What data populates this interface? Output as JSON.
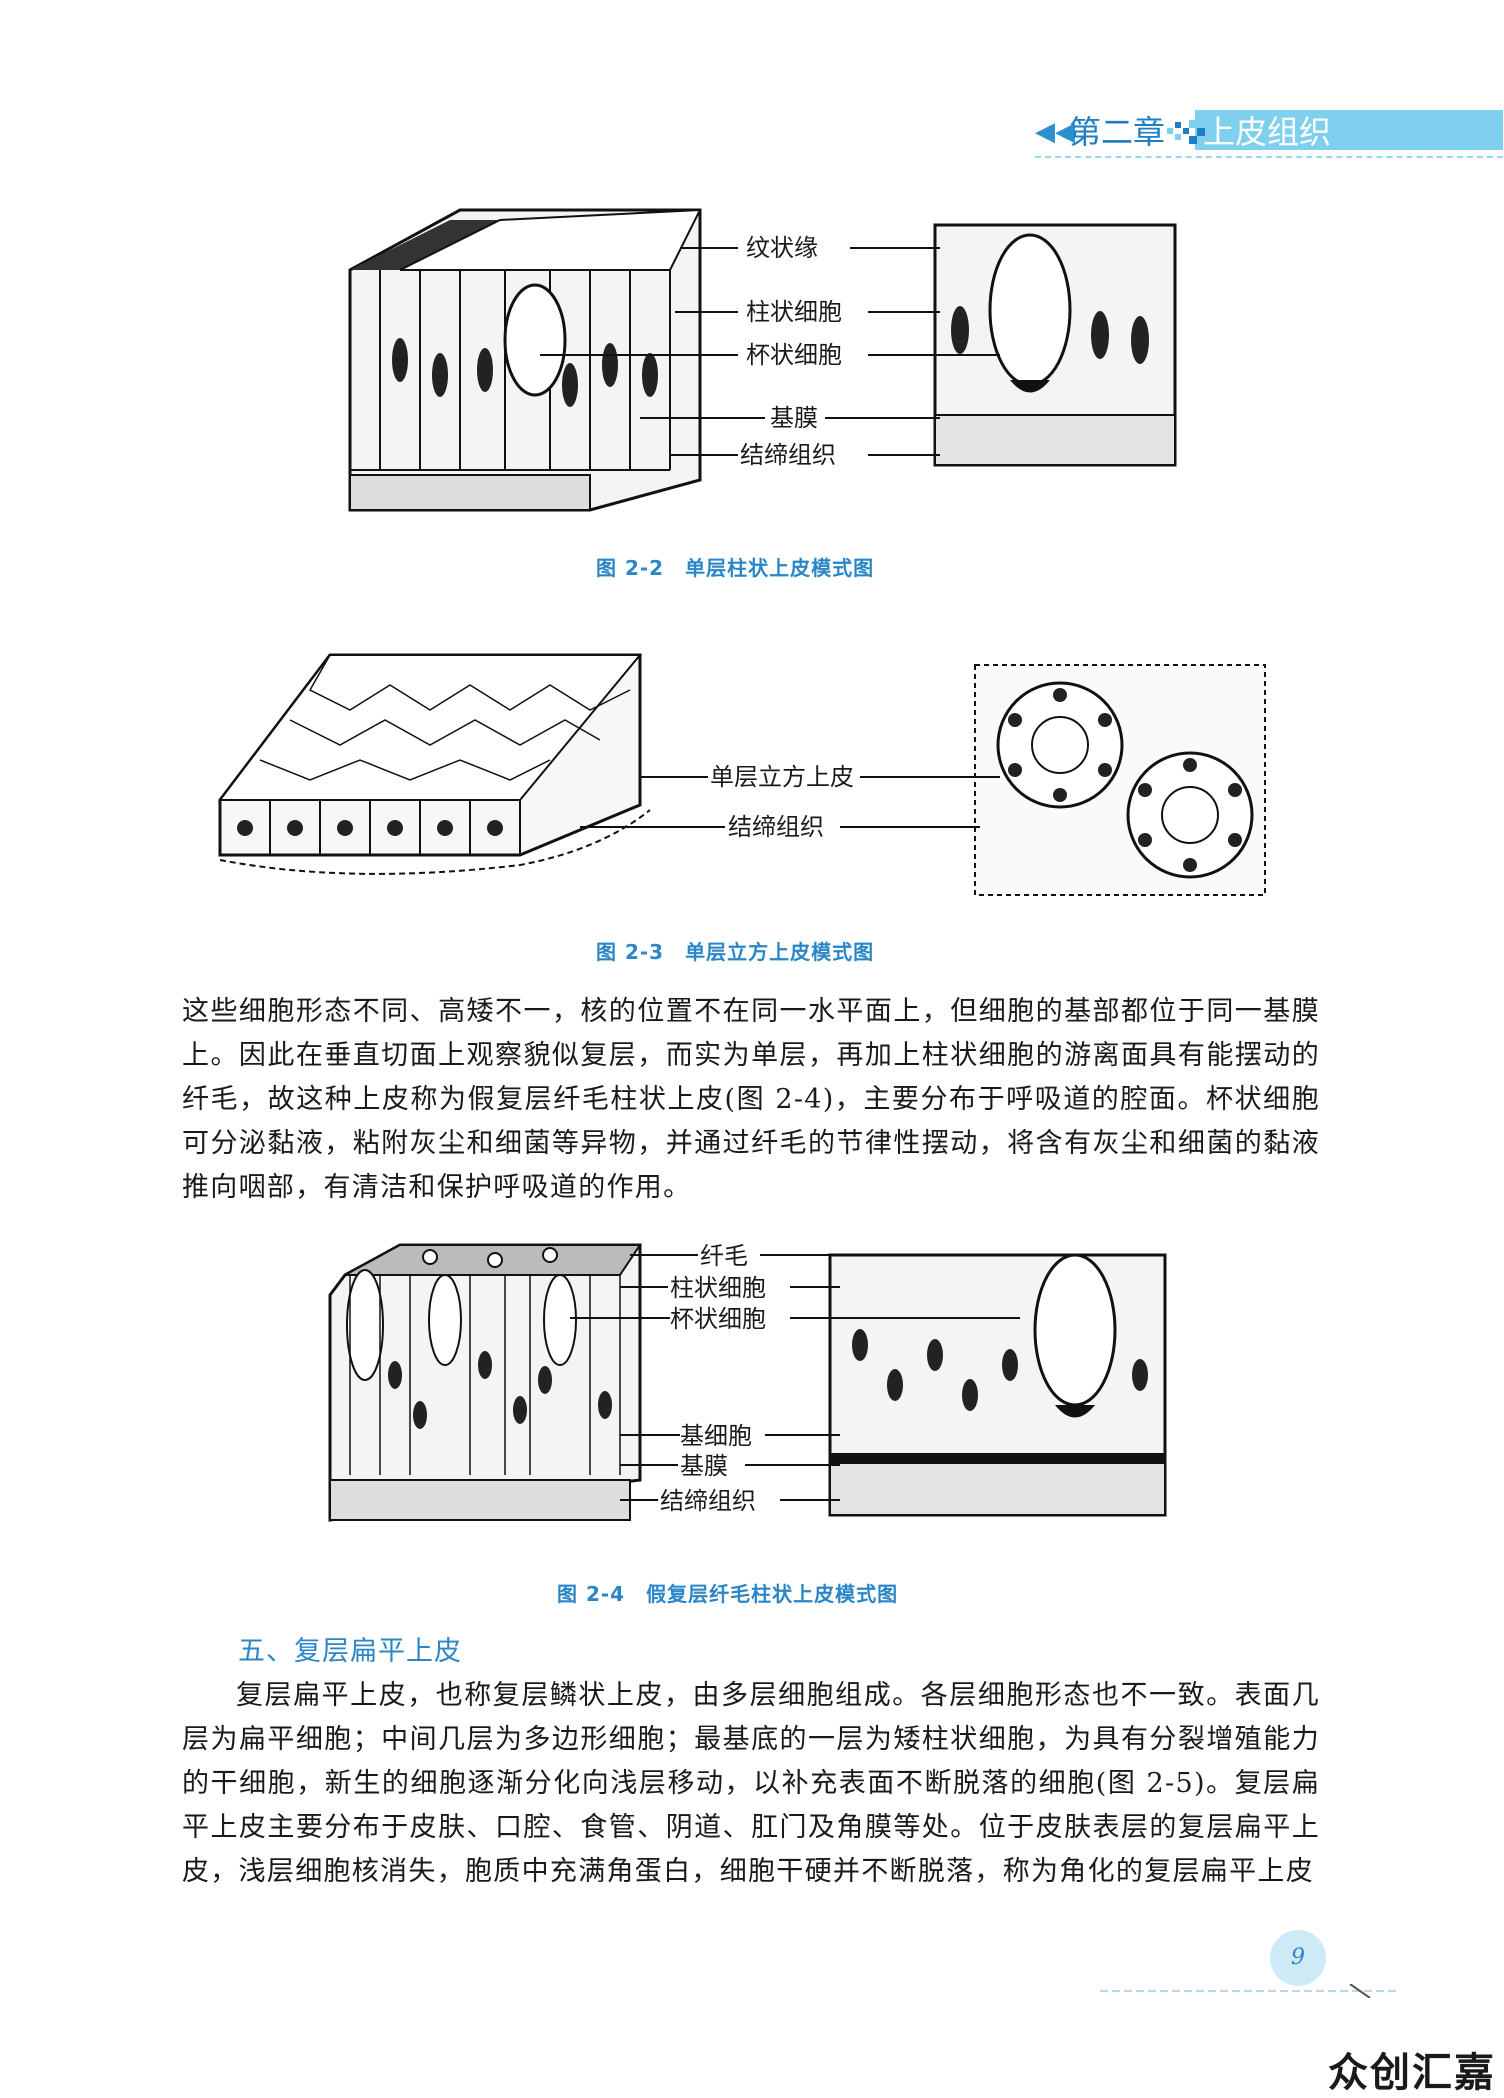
{
  "header": {
    "arrows": "◀◀",
    "chapter": "第二章",
    "section": "上皮组织"
  },
  "figure_2_2": {
    "labels": [
      "纹状缘",
      "柱状细胞",
      "杯状细胞",
      "基膜",
      "结缔组织"
    ],
    "caption": "图 2-2　单层柱状上皮模式图"
  },
  "figure_2_3": {
    "labels": [
      "单层立方上皮",
      "结缔组织"
    ],
    "caption": "图 2-3　单层立方上皮模式图"
  },
  "paragraph_1": "这些细胞形态不同、高矮不一，核的位置不在同一水平面上，但细胞的基部都位于同一基膜上。因此在垂直切面上观察貌似复层，而实为单层，再加上柱状细胞的游离面具有能摆动的纤毛，故这种上皮称为假复层纤毛柱状上皮(图 2-4)，主要分布于呼吸道的腔面。杯状细胞可分泌黏液，粘附灰尘和细菌等异物，并通过纤毛的节律性摆动，将含有灰尘和细菌的黏液推向咽部，有清洁和保护呼吸道的作用。",
  "figure_2_4": {
    "labels": [
      "纤毛",
      "柱状细胞",
      "杯状细胞",
      "基细胞",
      "基膜",
      "结缔组织"
    ],
    "caption": "图 2-4　假复层纤毛柱状上皮模式图"
  },
  "section_heading": "五、复层扁平上皮",
  "paragraph_2": "复层扁平上皮，也称复层鳞状上皮，由多层细胞组成。各层细胞形态也不一致。表面几层为扁平细胞；中间几层为多边形细胞；最基底的一层为矮柱状细胞，为具有分裂增殖能力的干细胞，新生的细胞逐渐分化向浅层移动，以补充表面不断脱落的细胞(图 2-5)。复层扁平上皮主要分布于皮肤、口腔、食管、阴道、肛门及角膜等处。位于皮肤表层的复层扁平上皮，浅层细胞核消失，胞质中充满角蛋白，细胞干硬并不断脱落，称为角化的复层扁平上皮",
  "page_number": "9",
  "watermark": "众创汇嘉",
  "colors": {
    "accent": "#2a86c6",
    "header_bar": "#7fd0ef"
  }
}
